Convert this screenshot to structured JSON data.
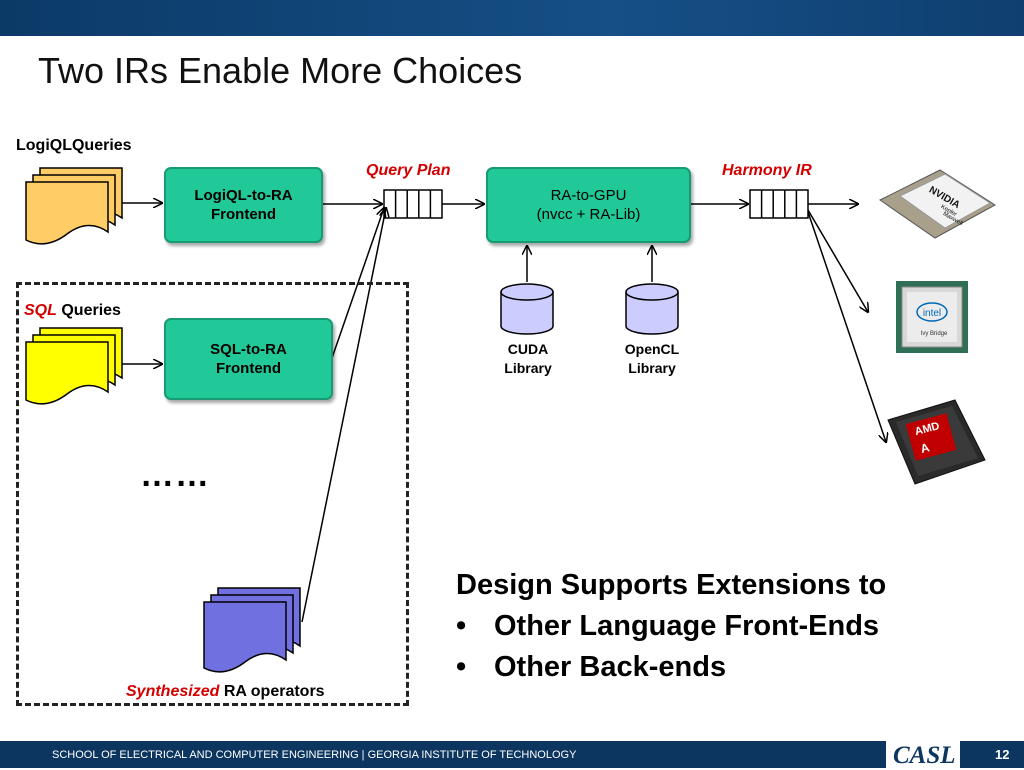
{
  "slide": {
    "title": "Two IRs Enable More Choices",
    "page_number": "12"
  },
  "diagram": {
    "logiql_label": "LogiQLQueries",
    "sql_label_em": "SQL",
    "sql_label_rest": "Queries",
    "synth_label_em": "Synthesized",
    "synth_label_rest": "RA operators",
    "query_plan_label": "Query Plan",
    "harmony_label": "Harmony IR",
    "logiql_box_line1": "LogiQL-to-RA",
    "logiql_box_line2": "Frontend",
    "sql_box_line1": "SQL-to-RA",
    "sql_box_line2": "Frontend",
    "ra_box_line1": "RA-to-GPU",
    "ra_box_line2": "(nvcc + RA-Lib)",
    "cuda_line1": "CUDA",
    "cuda_line2": "Library",
    "opencl_line1": "OpenCL",
    "opencl_line2": "Library",
    "ellipsis": "……",
    "chip_nvidia_text": "NVIDIA",
    "chip_nvidia_sub1": "Kepler",
    "chip_nvidia_sub2": "Maxwell",
    "chip_intel_text": "intel",
    "chip_intel_sub": "Ivy Bridge",
    "chip_amd_text": "AMD",
    "chip_amd_sub": "A"
  },
  "extensions": {
    "heading": "Design Supports Extensions to",
    "items": [
      "Other Language Front-Ends",
      "Other Back-ends"
    ],
    "bullet": "•"
  },
  "footer": {
    "text": "SCHOOL OF ELECTRICAL AND COMPUTER ENGINEERING | GEORGIA INSTITUTE OF TECHNOLOGY",
    "logo": "CASL"
  },
  "colors": {
    "frontend_box": "#20c997",
    "logiql_docs": "#ffcc66",
    "sql_docs": "#ffff00",
    "synth_docs": "#7070e0",
    "db_cylinder": "#ccccff",
    "accent_red": "#d40000",
    "header_blue": "#0c3660"
  }
}
